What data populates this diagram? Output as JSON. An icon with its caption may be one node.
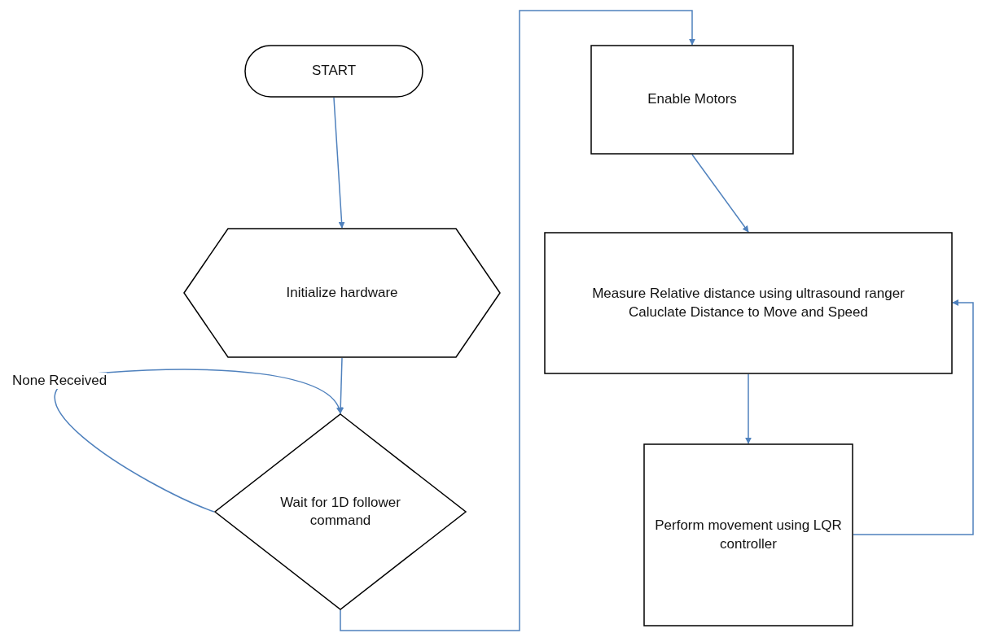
{
  "diagram": {
    "nodes": [
      {
        "text": [
          "START"
        ]
      },
      {
        "text": [
          "Initialize hardware"
        ]
      },
      {
        "text": [
          "Wait for 1D follower command"
        ]
      },
      {
        "text": [
          "Enable Motors"
        ]
      },
      {
        "text": [
          "Measure Relative distance using ultrasound ranger",
          "Caluclate Distance to Move and Speed"
        ]
      },
      {
        "text": [
          "Perform movement using LQR controller"
        ]
      }
    ],
    "edges": [
      {
        "from": 0,
        "to": 1,
        "arrow": "to"
      },
      {
        "from": 1,
        "to": 2,
        "arrow": "to"
      },
      {
        "from": 2,
        "to": 2,
        "arrow": "to",
        "label": "None Received"
      },
      {
        "from": 2,
        "to": 3,
        "arrow": "to"
      },
      {
        "from": 3,
        "to": 4,
        "arrow": "to"
      },
      {
        "from": 4,
        "to": 5,
        "arrow": "to"
      },
      {
        "from": 5,
        "to": 4,
        "arrow": "to"
      }
    ]
  }
}
